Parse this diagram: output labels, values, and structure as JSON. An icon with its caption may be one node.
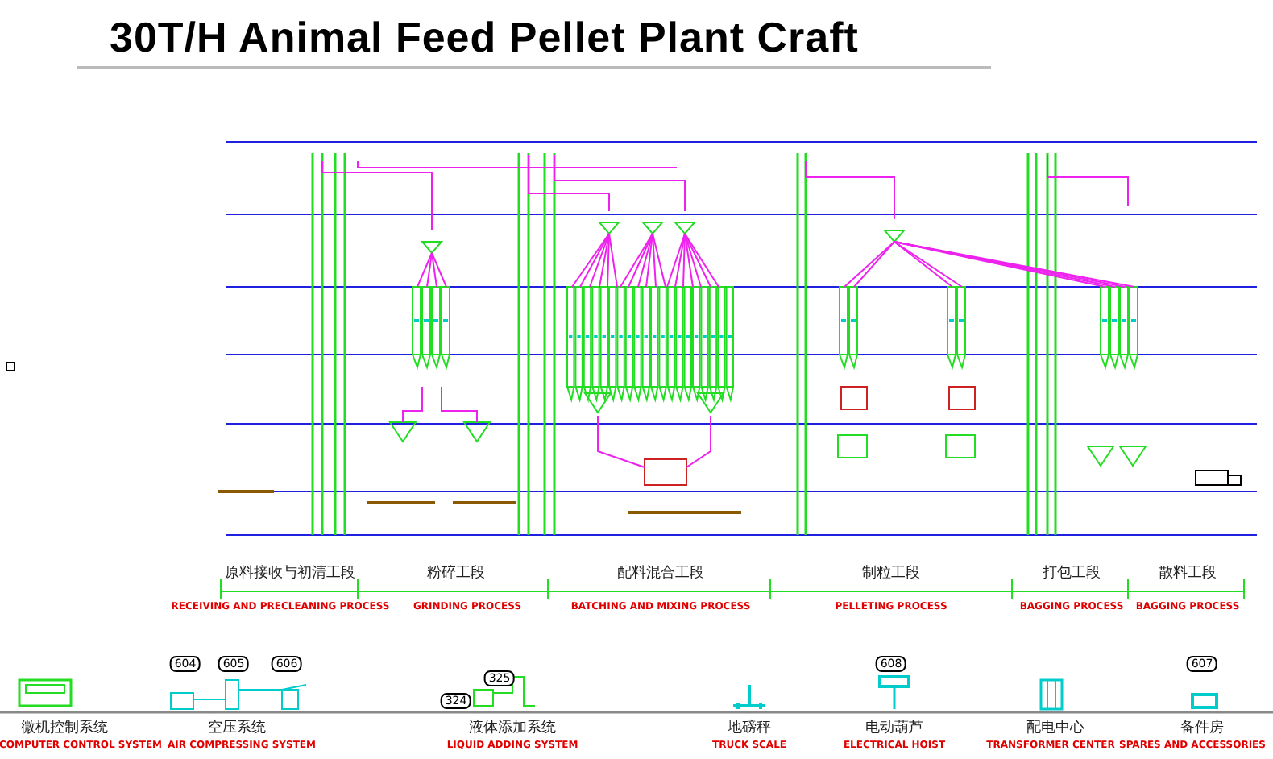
{
  "diagram": {
    "title": "30T/H Animal Feed Pellet Plant Craft",
    "labels": [
      "原料接收与初清工段",
      "粉碎工段",
      "配料混合工段",
      "制粒工段",
      "打包工段",
      "散料工段",
      "RECEIVING AND PRECLEANING PROCESS",
      "GRINDING PROCESS",
      "BATCHING AND MIXING PROCESS",
      "PELLETING PROCESS",
      "BAGGING PROCESS",
      "BAGGING PROCESS",
      "604",
      "605",
      "606",
      "325",
      "324",
      "608",
      "607",
      "微机控制系统",
      "空压系统",
      "液体添加系统",
      "地磅秤",
      "电动葫芦",
      "配电中心",
      "备件房",
      "COMPUTER CONTROL SYSTEM",
      "AIR COMPRESSING SYSTEM",
      "LIQUID ADDING SYSTEM",
      "TRUCK SCALE",
      "ELECTRICAL HOIST",
      "TRANSFORMER CENTER",
      "SPARES AND ACCESSORIES"
    ]
  }
}
